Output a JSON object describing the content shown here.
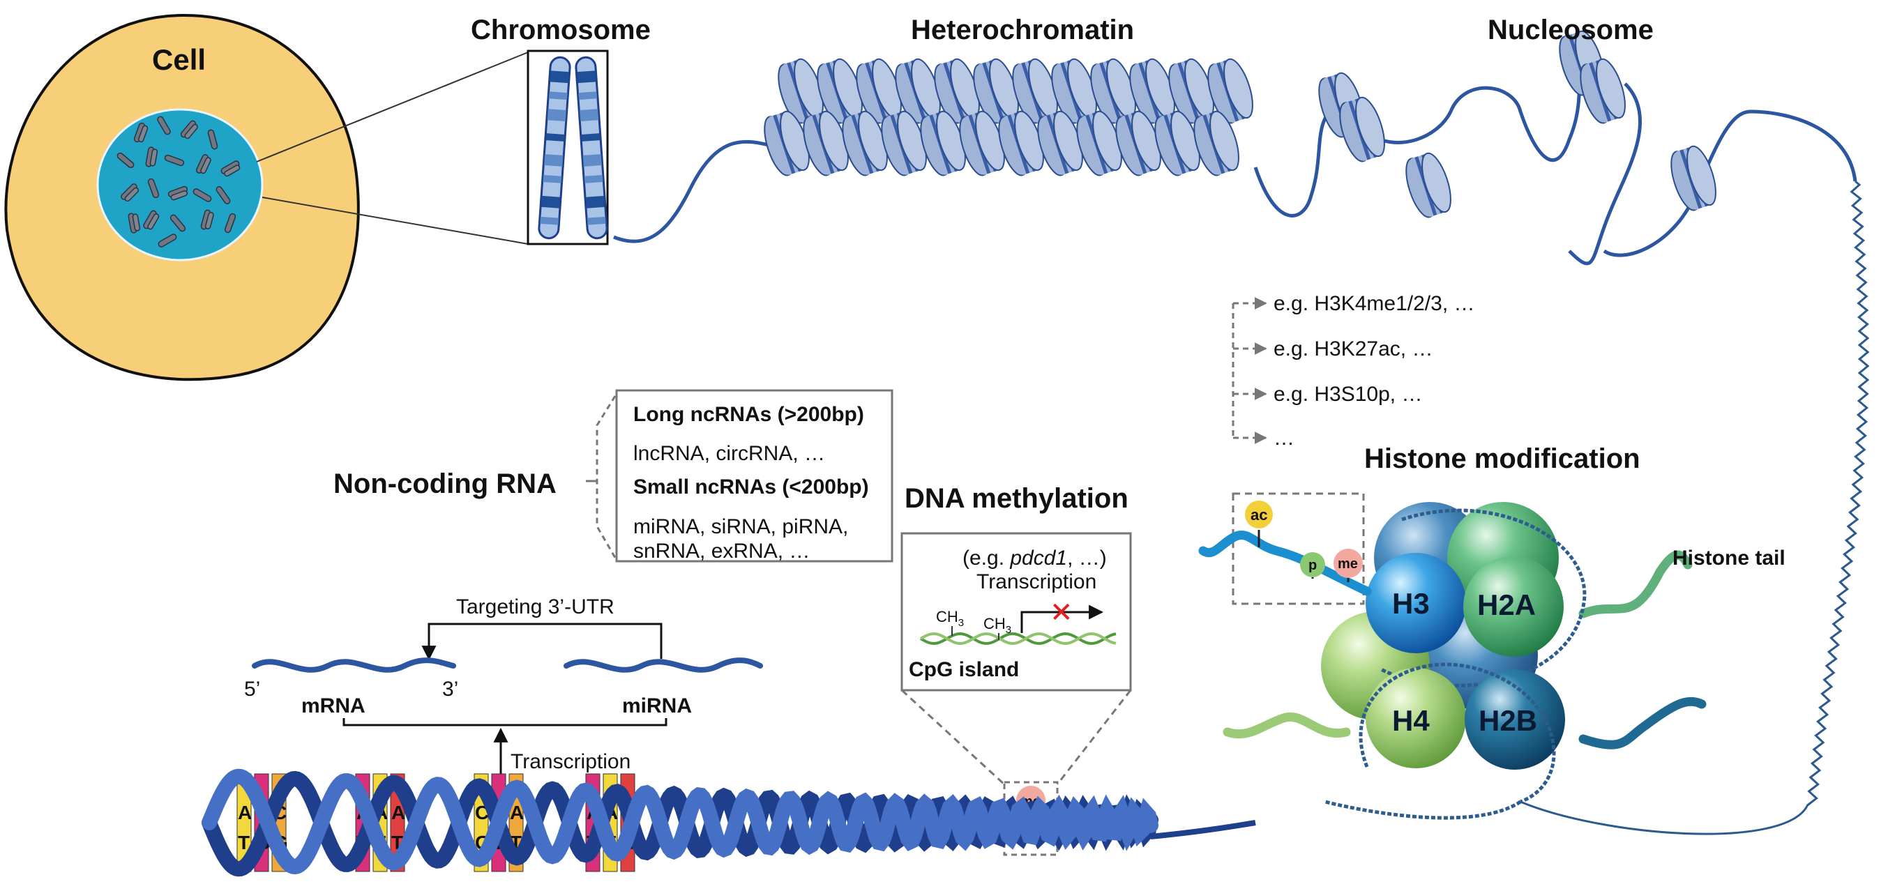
{
  "titles": {
    "cell": "Cell",
    "chromosome": "Chromosome",
    "heterochromatin": "Heterochromatin",
    "nucleosome": "Nucleosome",
    "noncoding": "Non-coding RNA",
    "dna_methylation": "DNA methylation",
    "histone_modification": "Histone modification"
  },
  "ncrna_box": {
    "long_header": "Long ncRNAs (>200bp)",
    "long_examples": "lncRNA, circRNA, …",
    "small_header": "Small ncRNAs (<200bp)",
    "small_line1": "miRNA, siRNA, piRNA,",
    "small_line2": "snRNA, exRNA, …"
  },
  "methylation_box": {
    "example_prefix": "(e.g. ",
    "example_gene": "pdcd1",
    "example_suffix": ", …)",
    "transcription": "Transcription",
    "ch3": "CH",
    "ch3_sub": "3",
    "cpg": "CpG island",
    "me": "me"
  },
  "histone_marks": [
    "e.g. H3K4me1/2/3, …",
    "e.g. H3K27ac, …",
    "e.g. H3S10p, …",
    "…"
  ],
  "histone": {
    "tail": "Histone tail",
    "ac": "ac",
    "p": "p",
    "me": "me",
    "h3": "H3",
    "h2a": "H2A",
    "h4": "H4",
    "h2b": "H2B"
  },
  "rna": {
    "targeting": "Targeting 3’-UTR",
    "five_prime": "5’",
    "three_prime": "3’",
    "mrna": "mRNA",
    "mirna": "miRNA",
    "transcription": "Transcription"
  },
  "bases": {
    "top": [
      "A",
      "C",
      "C",
      "A",
      "A",
      "A",
      "C",
      "A",
      "A",
      "A",
      "A",
      "C"
    ],
    "bottom": [
      "T",
      "G",
      "G",
      "T",
      "T",
      "T",
      "G",
      "T",
      "T",
      "T",
      "T",
      "G"
    ]
  },
  "colors": {
    "cell_fill": "#f7cf78",
    "nucleus_fill": "#1fa4c8",
    "dna_dark": "#1f3f8c",
    "dna_light": "#4670c6",
    "nucleosome_light": "#9fb4d6",
    "nucleosome_dark": "#3a5ea8",
    "green_dna": "#4e9a3a",
    "me_badge": "#f4a9a0",
    "ac_badge": "#f3cf3a",
    "p_badge": "#8cc872"
  }
}
